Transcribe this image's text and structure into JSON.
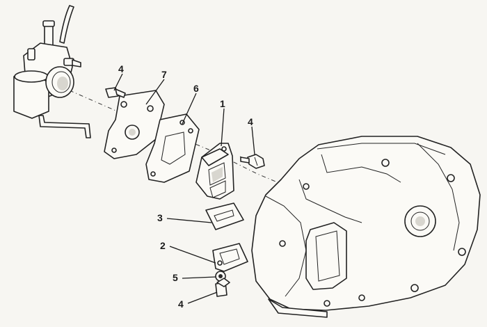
{
  "callouts": [
    {
      "id": "part-1",
      "number": "1"
    },
    {
      "id": "part-2",
      "number": "2"
    },
    {
      "id": "part-3",
      "number": "3"
    },
    {
      "id": "part-4a",
      "number": "4"
    },
    {
      "id": "part-4b",
      "number": "4"
    },
    {
      "id": "part-4c",
      "number": "4"
    },
    {
      "id": "part-5",
      "number": "5"
    },
    {
      "id": "part-6",
      "number": "6"
    },
    {
      "id": "part-7",
      "number": "7"
    }
  ]
}
